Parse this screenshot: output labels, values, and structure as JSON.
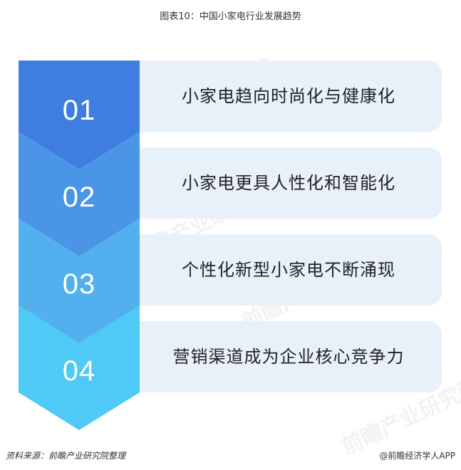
{
  "title": "图表10：中国小家电行业发展趋势",
  "steps": [
    {
      "number": "01",
      "text": "小家电趋向时尚化与健康化",
      "color": "#3f7ee0"
    },
    {
      "number": "02",
      "text": "小家电更具人性化和智能化",
      "color": "#4a95e6"
    },
    {
      "number": "03",
      "text": "个性化新型小家电不断涌现",
      "color": "#52b0ee"
    },
    {
      "number": "04",
      "text": "营销渠道成为企业核心竞争力",
      "color": "#4fc9f5"
    }
  ],
  "watermark": "前瞻产业研究院",
  "footer": {
    "source": "资料来源：前瞻产业研究院整理",
    "brand": "@前瞻经济学人APP"
  }
}
